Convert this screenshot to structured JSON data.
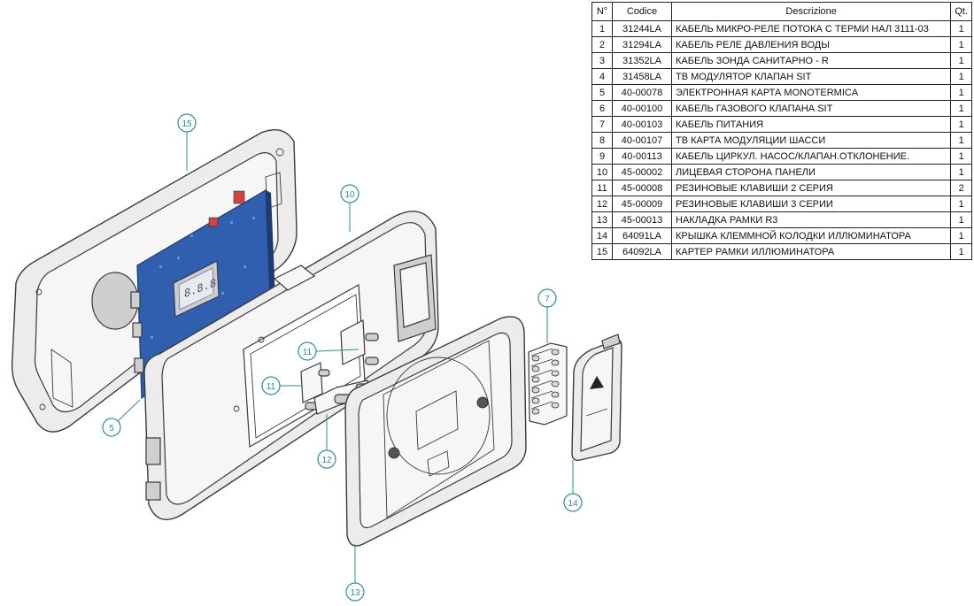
{
  "parts_table": {
    "headers": {
      "num": "N°",
      "code": "Codice",
      "desc": "Descrizione",
      "qty": "Qt."
    },
    "rows": [
      {
        "num": "1",
        "code": "31244LA",
        "desc": "КАБЕЛЬ МИКРО-РЕЛЕ ПОТОКА С ТЕРМИ НАЛ 3111-03",
        "qty": "1"
      },
      {
        "num": "2",
        "code": "31294LA",
        "desc": "КАБЕЛЬ РЕЛЕ ДАВЛЕНИЯ ВОДЫ",
        "qty": "1"
      },
      {
        "num": "3",
        "code": "31352LA",
        "desc": "КАБЕЛЬ ЗОНДА САНИТАРНО - R",
        "qty": "1"
      },
      {
        "num": "4",
        "code": "31458LA",
        "desc": "ТВ МОДУЛЯТОР КЛАПАН SIT",
        "qty": "1"
      },
      {
        "num": "5",
        "code": "40-00078",
        "desc": "ЭЛЕКТРОННАЯ КАРТА MONOTERMICA",
        "qty": "1"
      },
      {
        "num": "6",
        "code": "40-00100",
        "desc": "КАБЕЛЬ ГАЗОВОГО КЛАПАНА SIT",
        "qty": "1"
      },
      {
        "num": "7",
        "code": "40-00103",
        "desc": "КАБЕЛЬ ПИТАНИЯ",
        "qty": "1"
      },
      {
        "num": "8",
        "code": "40-00107",
        "desc": "ТВ КАРТА МОДУЛЯЦИИ ШАССИ",
        "qty": "1"
      },
      {
        "num": "9",
        "code": "40-00113",
        "desc": "КАБЕЛЬ ЦИРКУЛ. НАСОС/КЛАПАН.ОТКЛОНЕНИЕ.",
        "qty": "1"
      },
      {
        "num": "10",
        "code": "45-00002",
        "desc": "ЛИЦЕВАЯ СТОРОНА ПАНЕЛИ",
        "qty": "1"
      },
      {
        "num": "11",
        "code": "45-00008",
        "desc": "РЕЗИНОВЫЕ КЛАВИШИ 2 СЕРИЯ",
        "qty": "2"
      },
      {
        "num": "12",
        "code": "45-00009",
        "desc": "РЕЗИНОВЫЕ КЛАВИШИ 3 СЕРИИ",
        "qty": "1"
      },
      {
        "num": "13",
        "code": "45-00013",
        "desc": "НАКЛАДКА РАМКИ R3",
        "qty": "1"
      },
      {
        "num": "14",
        "code": "64091LA",
        "desc": "КРЫШКА КЛЕММНОЙ КОЛОДКИ ИЛЛЮМИНАТОРА",
        "qty": "1"
      },
      {
        "num": "15",
        "code": "64092LA",
        "desc": "КАРТЕР РАМКИ ИЛЛЮМИНАТОРА",
        "qty": "1"
      }
    ]
  },
  "callouts": {
    "c15": "15",
    "c10": "10",
    "c7": "7",
    "c11a": "11",
    "c11b": "11",
    "c12": "12",
    "c5": "5",
    "c14": "14",
    "c13": "13"
  },
  "display_digits": "8.8.8",
  "colors": {
    "callout": "#2e8f8f",
    "pcb": "#2f5fae",
    "line": "#3a3a3a",
    "body": "#ececec"
  }
}
